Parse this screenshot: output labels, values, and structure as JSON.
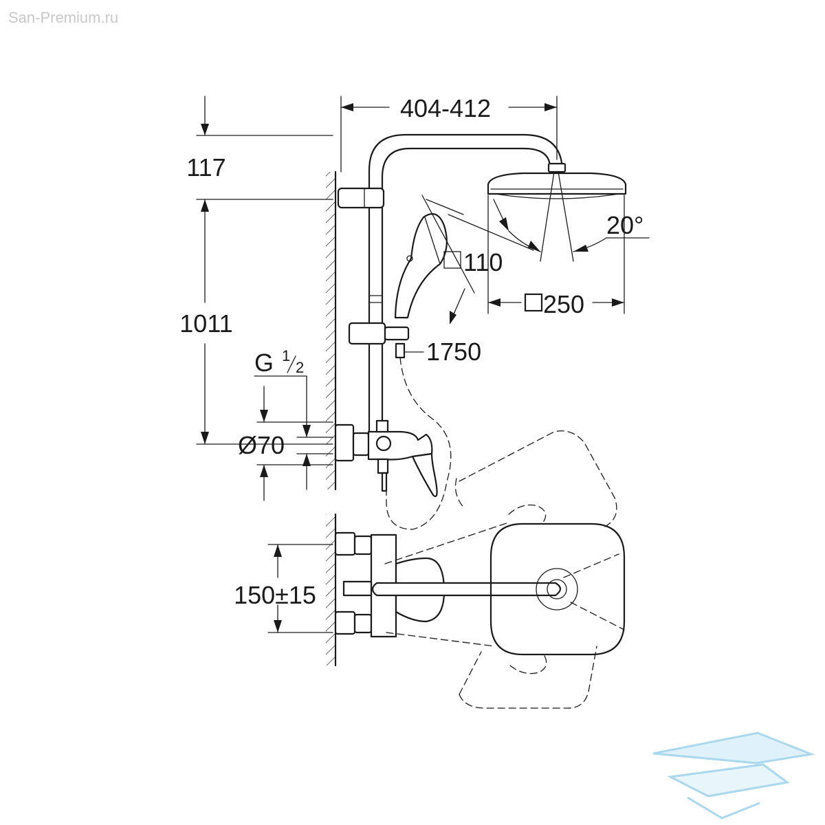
{
  "watermark": {
    "site": "San-Premium.ru",
    "logo_color": "#a9d8ee"
  },
  "dimensions": {
    "arm_reach": "404-412",
    "head_to_top": "117",
    "rail_height": "1011",
    "thread": "G",
    "thread_num": "1",
    "thread_den": "2",
    "rosette_diameter": "Ø70",
    "hand_shower_size": "110",
    "hose_length": "1750",
    "spray_angle": "20°",
    "head_shower_size": "250",
    "inlet_spacing": "150±15"
  },
  "colors": {
    "line": "#1a1a1a",
    "background": "#ffffff"
  }
}
